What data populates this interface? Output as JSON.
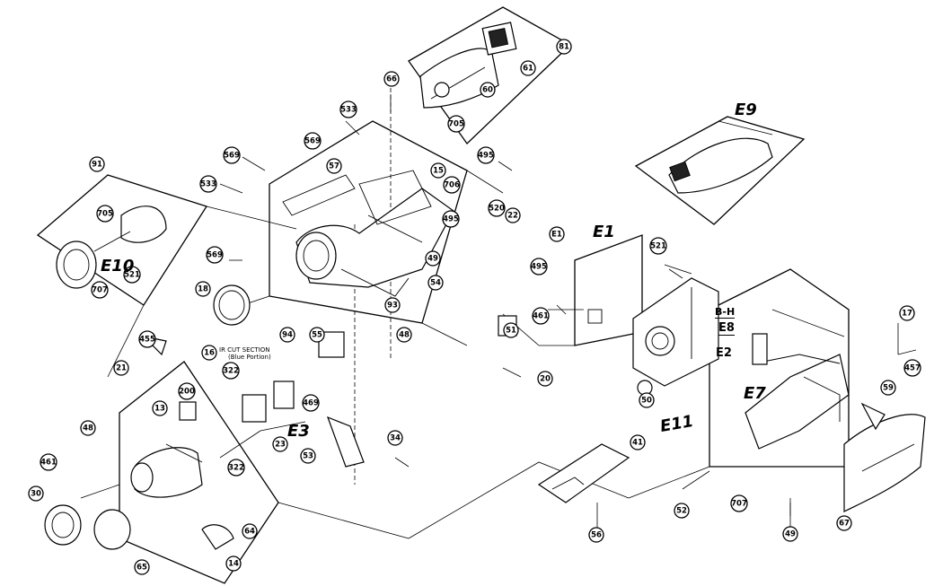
{
  "section_labels": {
    "e10": "E10",
    "e1": "E1",
    "e9": "E9",
    "e8_bh": "B-H",
    "e8": "E8",
    "e7": "E7",
    "e3": "E3",
    "e11": "E11",
    "e2": "E2"
  },
  "notes": {
    "ir_cut_line1": "IR CUT SECTION",
    "ir_cut_line2": "(Blue Portion)"
  },
  "callouts": [
    "81",
    "61",
    "60",
    "705",
    "66",
    "533",
    "569",
    "57",
    "15",
    "706",
    "495",
    "569",
    "533",
    "569",
    "520",
    "18",
    "495",
    "54",
    "22",
    "495",
    "49",
    "93",
    "55",
    "94",
    "48",
    "91",
    "705",
    "707",
    "521",
    "E1",
    "521",
    "455",
    "21",
    "16",
    "322",
    "200",
    "13",
    "30",
    "48",
    "461",
    "65",
    "14",
    "64",
    "322",
    "53",
    "23",
    "34",
    "469",
    "51",
    "20",
    "52",
    "17",
    "457",
    "59",
    "50",
    "56",
    "41",
    "49",
    "67",
    "461",
    "707"
  ],
  "colors": {
    "ink": "#000000",
    "paper": "#ffffff"
  }
}
